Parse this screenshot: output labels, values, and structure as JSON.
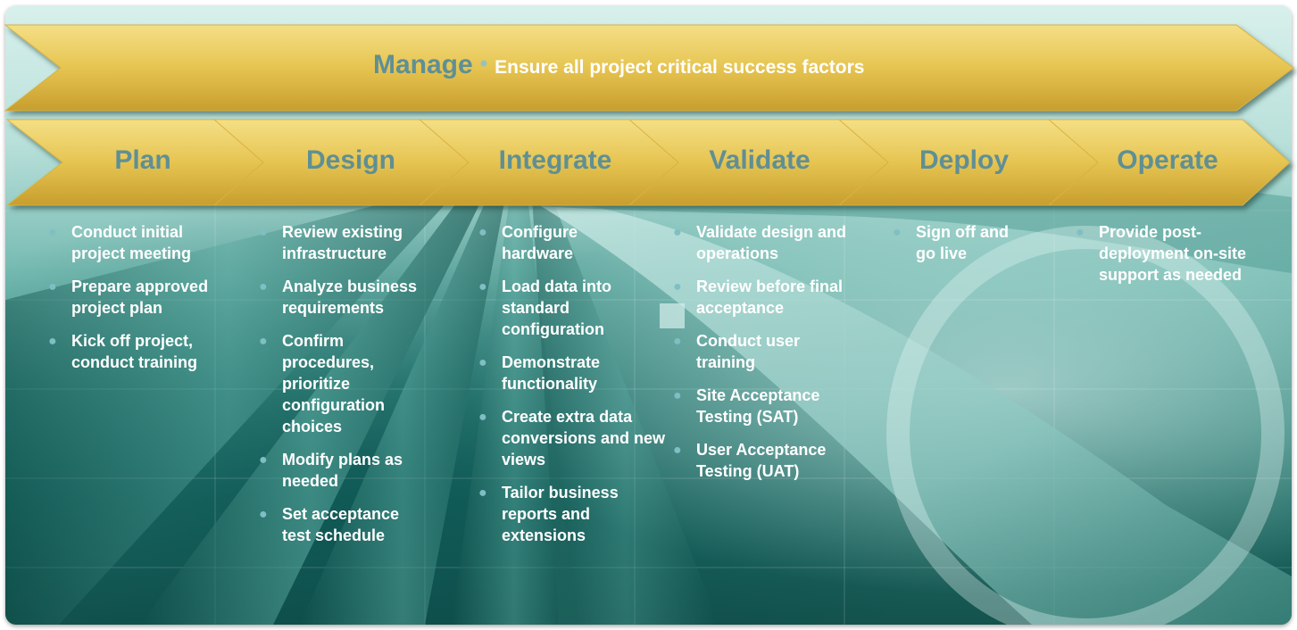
{
  "manage": {
    "title": "Manage",
    "subtitle": "Ensure all project critical success factors"
  },
  "phases": [
    {
      "label": "Plan",
      "items": [
        "Conduct initial project meeting",
        "Prepare approved project plan",
        "Kick off project, conduct training"
      ]
    },
    {
      "label": "Design",
      "items": [
        "Review existing infrastructure",
        "Analyze business requirements",
        "Confirm procedures, prioritize configuration choices",
        "Modify plans as needed",
        "Set acceptance test schedule"
      ]
    },
    {
      "label": "Integrate",
      "items": [
        "Configure hardware",
        "Load data into standard configuration",
        "Demonstrate functionality",
        "Create extra data conversions and new views",
        "Tailor business reports and extensions"
      ]
    },
    {
      "label": "Validate",
      "items": [
        "Validate design and operations",
        "Review before final acceptance",
        "Conduct user training",
        "Site Acceptance Testing (SAT)",
        "User Acceptance Testing (UAT)"
      ]
    },
    {
      "label": "Deploy",
      "items": [
        "Sign off and go live"
      ]
    },
    {
      "label": "Operate",
      "items": [
        "Provide post-deployment on-site support as needed"
      ]
    }
  ],
  "colors": {
    "arrow_fill": "#e9c95a",
    "arrow_dark": "#bf9a2c",
    "label": "#5f8f95",
    "bullet": "#7fbfc4",
    "text": "#ffffff"
  }
}
